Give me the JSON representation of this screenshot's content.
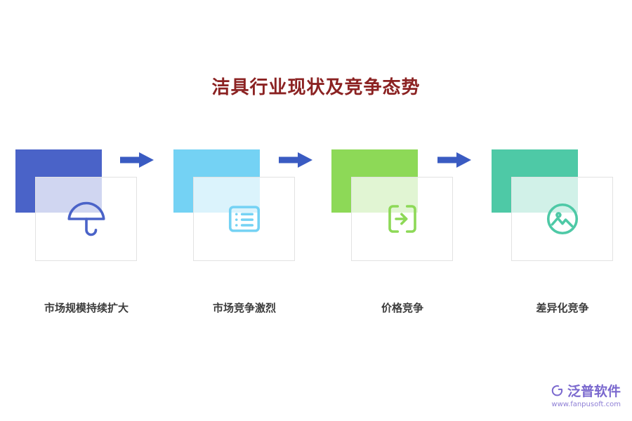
{
  "title": "洁具行业现状及竞争态势",
  "title_color": "#8B2222",
  "arrow_color": "#3A5BC2",
  "steps": [
    {
      "label": "市场规模持续扩大",
      "color": "#4A63C8",
      "icon": "umbrella-icon"
    },
    {
      "label": "市场竞争激烈",
      "color": "#74D2F4",
      "icon": "list-icon"
    },
    {
      "label": "价格竞争",
      "color": "#8DD957",
      "icon": "transfer-icon"
    },
    {
      "label": "差异化竞争",
      "color": "#4EC9A6",
      "icon": "photo-icon"
    }
  ],
  "footer": {
    "brand": "泛普软件",
    "url": "www.fanpusoft.com",
    "color": "#7A68CE"
  }
}
